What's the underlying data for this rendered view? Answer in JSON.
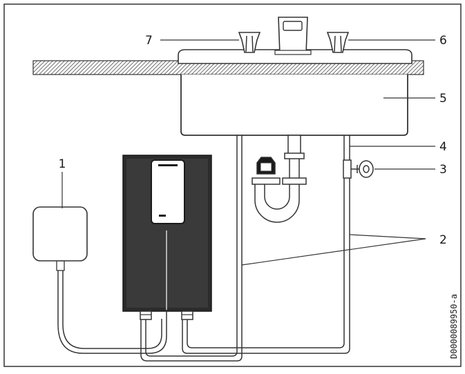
{
  "labels": {
    "l1": "1",
    "l2": "2",
    "l3": "3",
    "l4": "4",
    "l5": "5",
    "l6": "6",
    "l7": "7"
  },
  "drawing_code": "D0000089950-a",
  "colors": {
    "line": "#2a2a2a",
    "appliance_fill": "#2b2b2b",
    "panel_fill": "#4a4a4a",
    "sink_fill": "#ffffff"
  }
}
